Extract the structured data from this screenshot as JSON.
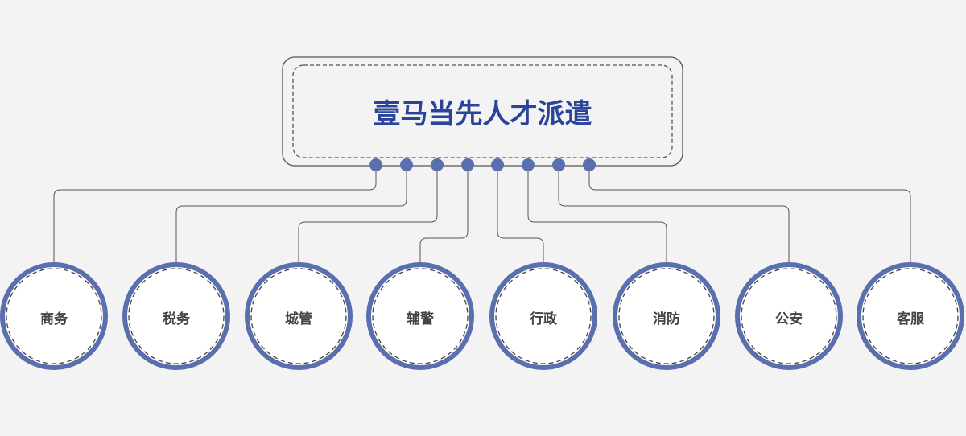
{
  "title": "壹马当先人才派遣",
  "colors": {
    "accent": "#5a6fad",
    "title": "#2a4499",
    "line": "#555555",
    "background": "#f3f3f3"
  },
  "nodes": [
    {
      "label": "商务"
    },
    {
      "label": "税务"
    },
    {
      "label": "城管"
    },
    {
      "label": "辅警"
    },
    {
      "label": "行政"
    },
    {
      "label": "消防"
    },
    {
      "label": "公安"
    },
    {
      "label": "客服"
    }
  ]
}
